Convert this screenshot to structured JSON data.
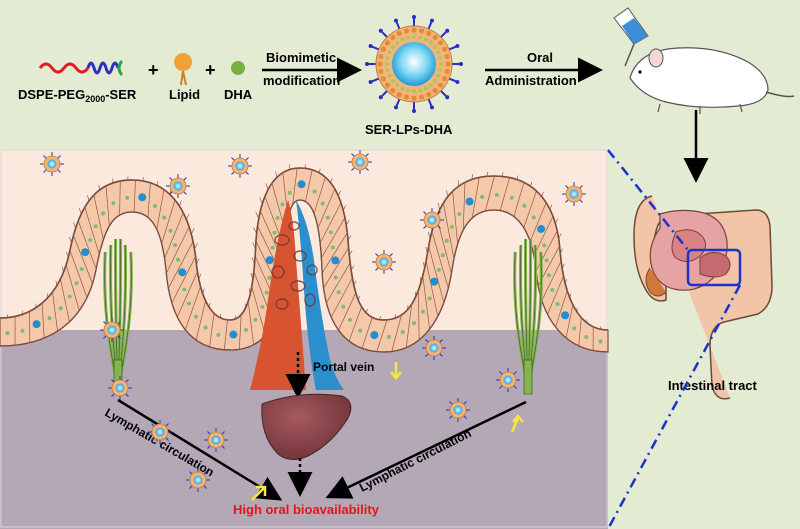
{
  "top_row": {
    "dspe_label": "DSPE-PEG",
    "dspe_sub": "2000",
    "dspe_suffix": "-SER",
    "plus1": "+",
    "lipid_label": "Lipid",
    "plus2": "+",
    "dha_label": "DHA",
    "arrow1_line1": "Biomimetic",
    "arrow1_line2": "modification",
    "particle_label": "SER-LPs-DHA",
    "arrow2_line1": "Oral",
    "arrow2_line2": "Administration"
  },
  "intestine": {
    "label": "Intestinal tract"
  },
  "absorption": {
    "portal_vein": "Portal vein",
    "lymphatic_left": "Lymphatic circulation",
    "lymphatic_right": "Lymphatic circulation",
    "outcome": "High oral bioavailability"
  },
  "colors": {
    "top_bg": "#e3ebd3",
    "right_bg": "#e3ebd3",
    "lumen_bg": "#fbe9de",
    "tissue_bg": "#b4a8b7",
    "cell_fill": "#f6c8aa",
    "goblet": "#1f8fcd",
    "artery": "#d8532f",
    "vein": "#2b8fce",
    "lymph": "#86b24f",
    "liver": "#8b4a4f",
    "outcome_text": "#e8141b",
    "up_arrow": "#f5e73b",
    "diagonal_line": "#1a33c9"
  }
}
